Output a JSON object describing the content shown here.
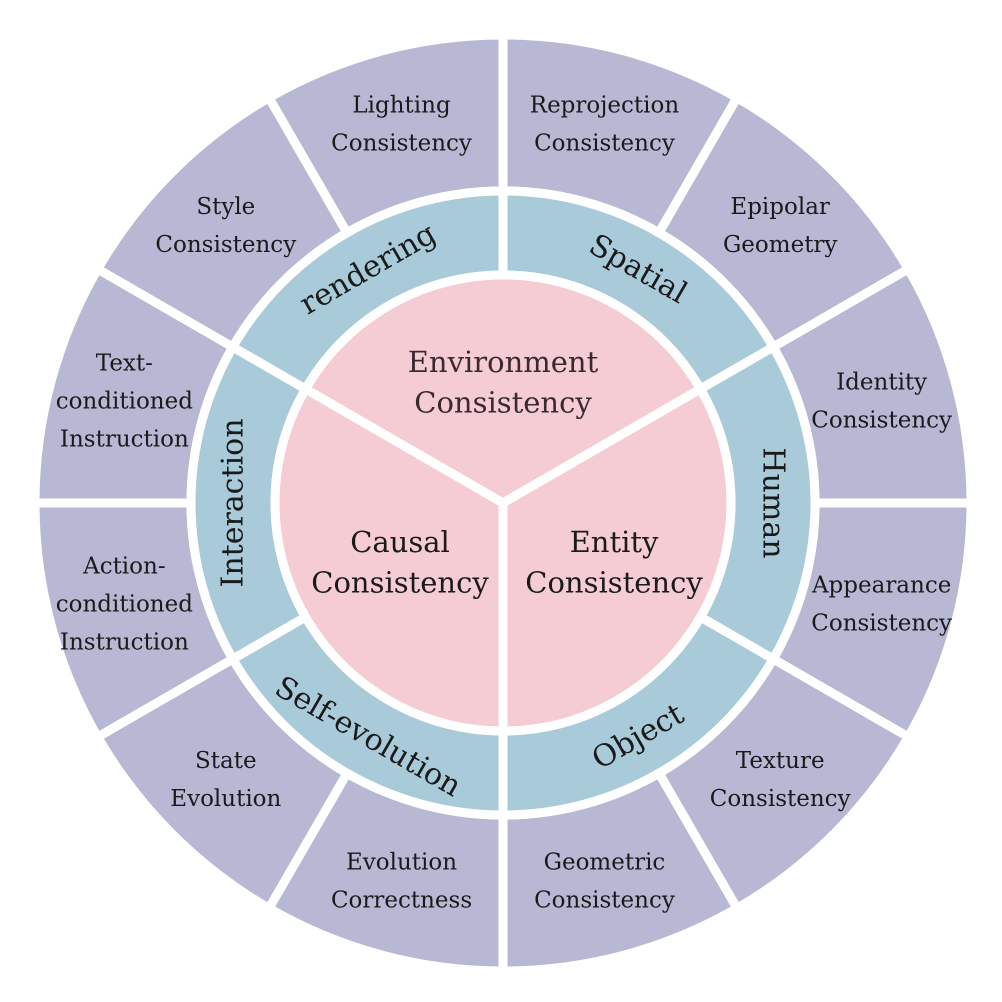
{
  "colors": {
    "outer_ring": "#b8b8d4",
    "middle_ring": "#a9cbd9",
    "inner_circle": "#f5ccd4",
    "separator": "#ffffff",
    "text": "#1a1a1a"
  },
  "core": [
    {
      "id": "environment",
      "lines": [
        "Environment",
        "Consistency"
      ]
    },
    {
      "id": "entity",
      "lines": [
        "Entity",
        "Consistency"
      ]
    },
    {
      "id": "causal",
      "lines": [
        "Causal",
        "Consistency"
      ]
    }
  ],
  "categories": [
    {
      "id": "spatial",
      "label": "Spatial"
    },
    {
      "id": "human",
      "label": "Human"
    },
    {
      "id": "object",
      "label": "Object"
    },
    {
      "id": "self-evolution",
      "label": "Self-evolution"
    },
    {
      "id": "interaction",
      "label": "Interaction"
    },
    {
      "id": "rendering",
      "label": "rendering"
    }
  ],
  "leaves": [
    {
      "id": "reprojection-consistency",
      "lines": [
        "Reprojection",
        "Consistency"
      ]
    },
    {
      "id": "epipolar-geometry",
      "lines": [
        "Epipolar",
        "Geometry"
      ]
    },
    {
      "id": "identity-consistency",
      "lines": [
        "Identity",
        "Consistency"
      ]
    },
    {
      "id": "appearance-consistency",
      "lines": [
        "Appearance",
        "Consistency"
      ]
    },
    {
      "id": "texture-consistency",
      "lines": [
        "Texture",
        "Consistency"
      ]
    },
    {
      "id": "geometric-consistency",
      "lines": [
        "Geometric",
        "Consistency"
      ]
    },
    {
      "id": "evolution-correctness",
      "lines": [
        "Evolution",
        "Correctness"
      ]
    },
    {
      "id": "state-evolution",
      "lines": [
        "State",
        "Evolution"
      ]
    },
    {
      "id": "action-conditioned-instruction",
      "lines": [
        "Action-",
        "conditioned",
        "Instruction"
      ]
    },
    {
      "id": "text-conditioned-instruction",
      "lines": [
        "Text-",
        "conditioned",
        "Instruction"
      ]
    },
    {
      "id": "style-consistency",
      "lines": [
        "Style",
        "Consistency"
      ]
    },
    {
      "id": "lighting-consistency",
      "lines": [
        "Lighting",
        "Consistency"
      ]
    }
  ]
}
